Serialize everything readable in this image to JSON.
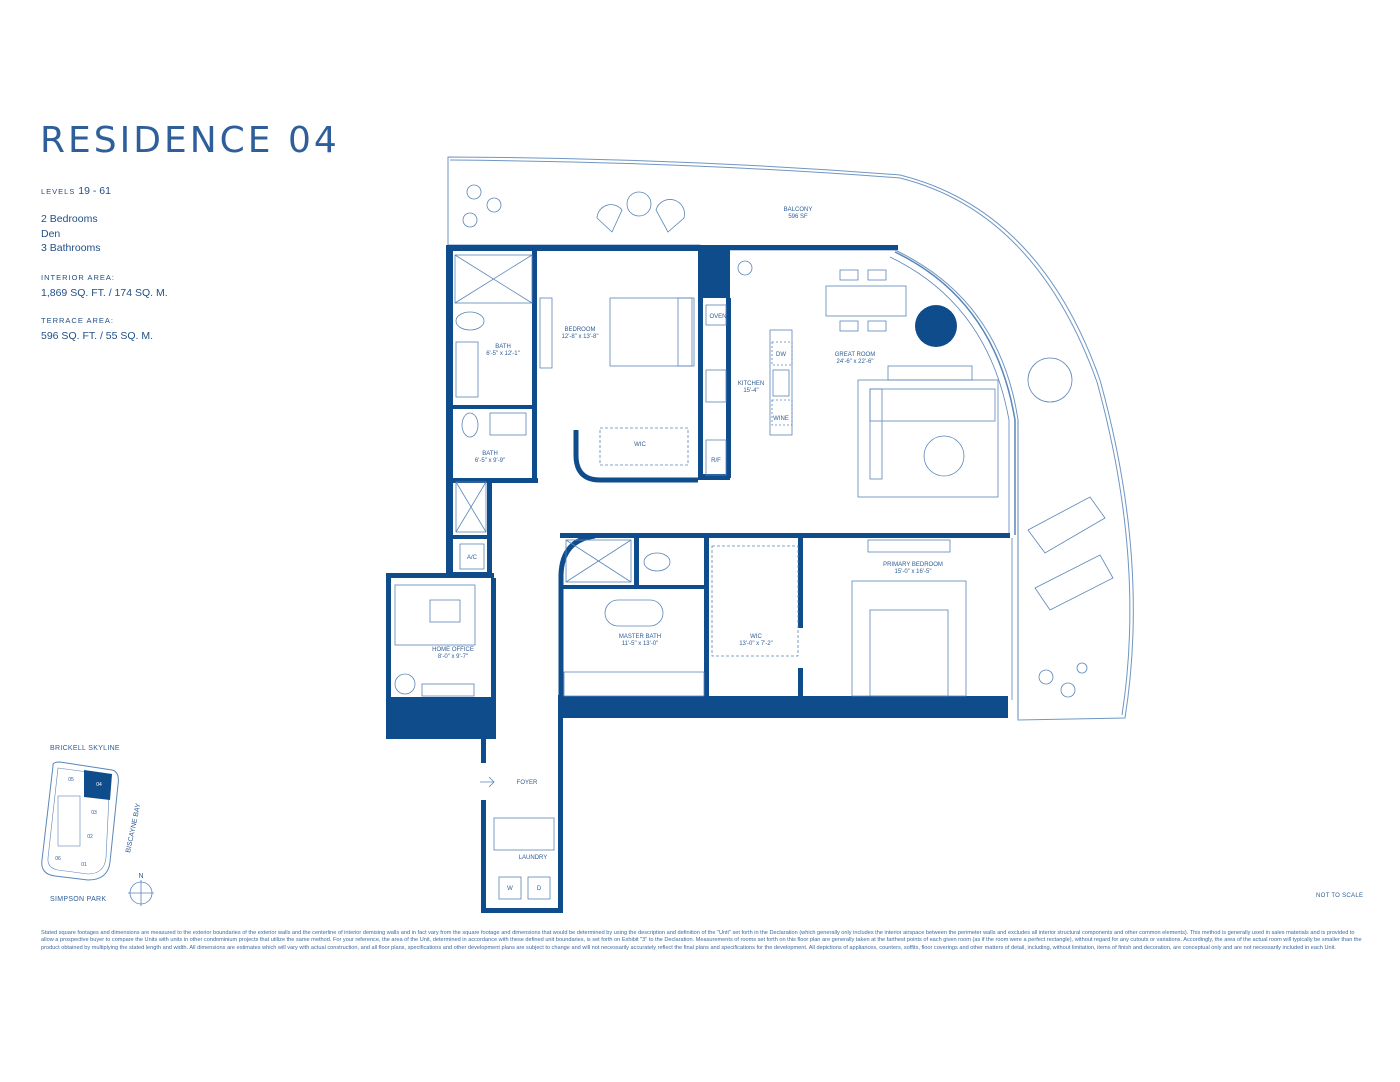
{
  "title": "RESIDENCE 04",
  "levels": {
    "label": "LEVELS",
    "value": "19 - 61"
  },
  "features": [
    "2 Bedrooms",
    "Den",
    "3 Bathrooms"
  ],
  "interior": {
    "label": "INTERIOR AREA:",
    "value": "1,869 SQ. FT. / 174 SQ. M."
  },
  "terrace": {
    "label": "TERRACE AREA:",
    "value": "596 SQ. FT. / 55 SQ. M."
  },
  "rooms": {
    "balcony": {
      "name": "BALCONY",
      "dims": "596 SF"
    },
    "bath1": {
      "name": "BATH",
      "dims": "6'-5\" x 12'-1\""
    },
    "bedroom": {
      "name": "BEDROOM",
      "dims": "12'-8\" x 13'-8\""
    },
    "bath2": {
      "name": "BATH",
      "dims": "6'-5\" x 9'-9\""
    },
    "wic1": {
      "name": "WIC"
    },
    "kitchen": {
      "name": "KITCHEN",
      "dims": "15'-4\""
    },
    "great_room": {
      "name": "GREAT ROOM",
      "dims": "24'-6\" x 22'-6\""
    },
    "home_office": {
      "name": "HOME OFFICE",
      "dims": "8'-0\" x 9'-7\""
    },
    "master_bath": {
      "name": "MASTER BATH",
      "dims": "11'-5\" x 13'-0\""
    },
    "wic2": {
      "name": "WIC",
      "dims": "13'-0\" x 7'-2\""
    },
    "primary_bedroom": {
      "name": "PRIMARY BEDROOM",
      "dims": "15'-0\" x 16'-5\""
    },
    "foyer": {
      "name": "FOYER"
    },
    "laundry": {
      "name": "LAUNDRY"
    }
  },
  "appliances": {
    "oven": "OVEN",
    "dw": "DW",
    "wine": "WINE",
    "rf": "R/F",
    "ac": "A/C",
    "w": "W",
    "d": "D"
  },
  "keyplan": {
    "top": "BRICKELL SKYLINE",
    "side": "BISCAYNE BAY",
    "bottom": "SIMPSON PARK",
    "north": "N",
    "units": [
      "05",
      "04",
      "03",
      "02",
      "01",
      "06"
    ]
  },
  "not_to_scale": "NOT TO SCALE",
  "legal": "Stated square footages and dimensions are measured to the exterior boundaries of the exterior walls and the centerline of interior demising walls and in fact vary from the square footage and dimensions that would be determined by using the description and definition of the \"Unit\" set forth in the Declaration (which generally only includes the interior airspace between the perimeter walls and excludes all interior structural components and other common elements). This method is generally used in sales materials and is provided to allow a prospective buyer to compare the Units with units in other condominium projects that utilize the same method. For your reference, the area of the Unit, determined in accordance with these defined unit boundaries, is set forth on Exhibit \"3\" to the Declaration. Measurements of rooms set forth on this floor plan are generally taken at the farthest points of each given room (as if the room were a perfect rectangle), without regard for any cutouts or variations. Accordingly, the area of the actual room will typically be smaller than the product obtained by multiplying the stated length and width. All dimensions are estimates which will vary with actual construction, and all floor plans, specifications and other development plans are subject to change and will not necessarily accurately reflect the final plans and specifications for the development. All depictions of appliances, counters, soffits, floor coverings and other matters of detail, including, without limitation, items of finish and decoration, are conceptual only and are not necessarily included in each Unit.",
  "colors": {
    "wall": "#0f4c8c",
    "line": "#5a86b8",
    "text": "#2d5d96"
  }
}
